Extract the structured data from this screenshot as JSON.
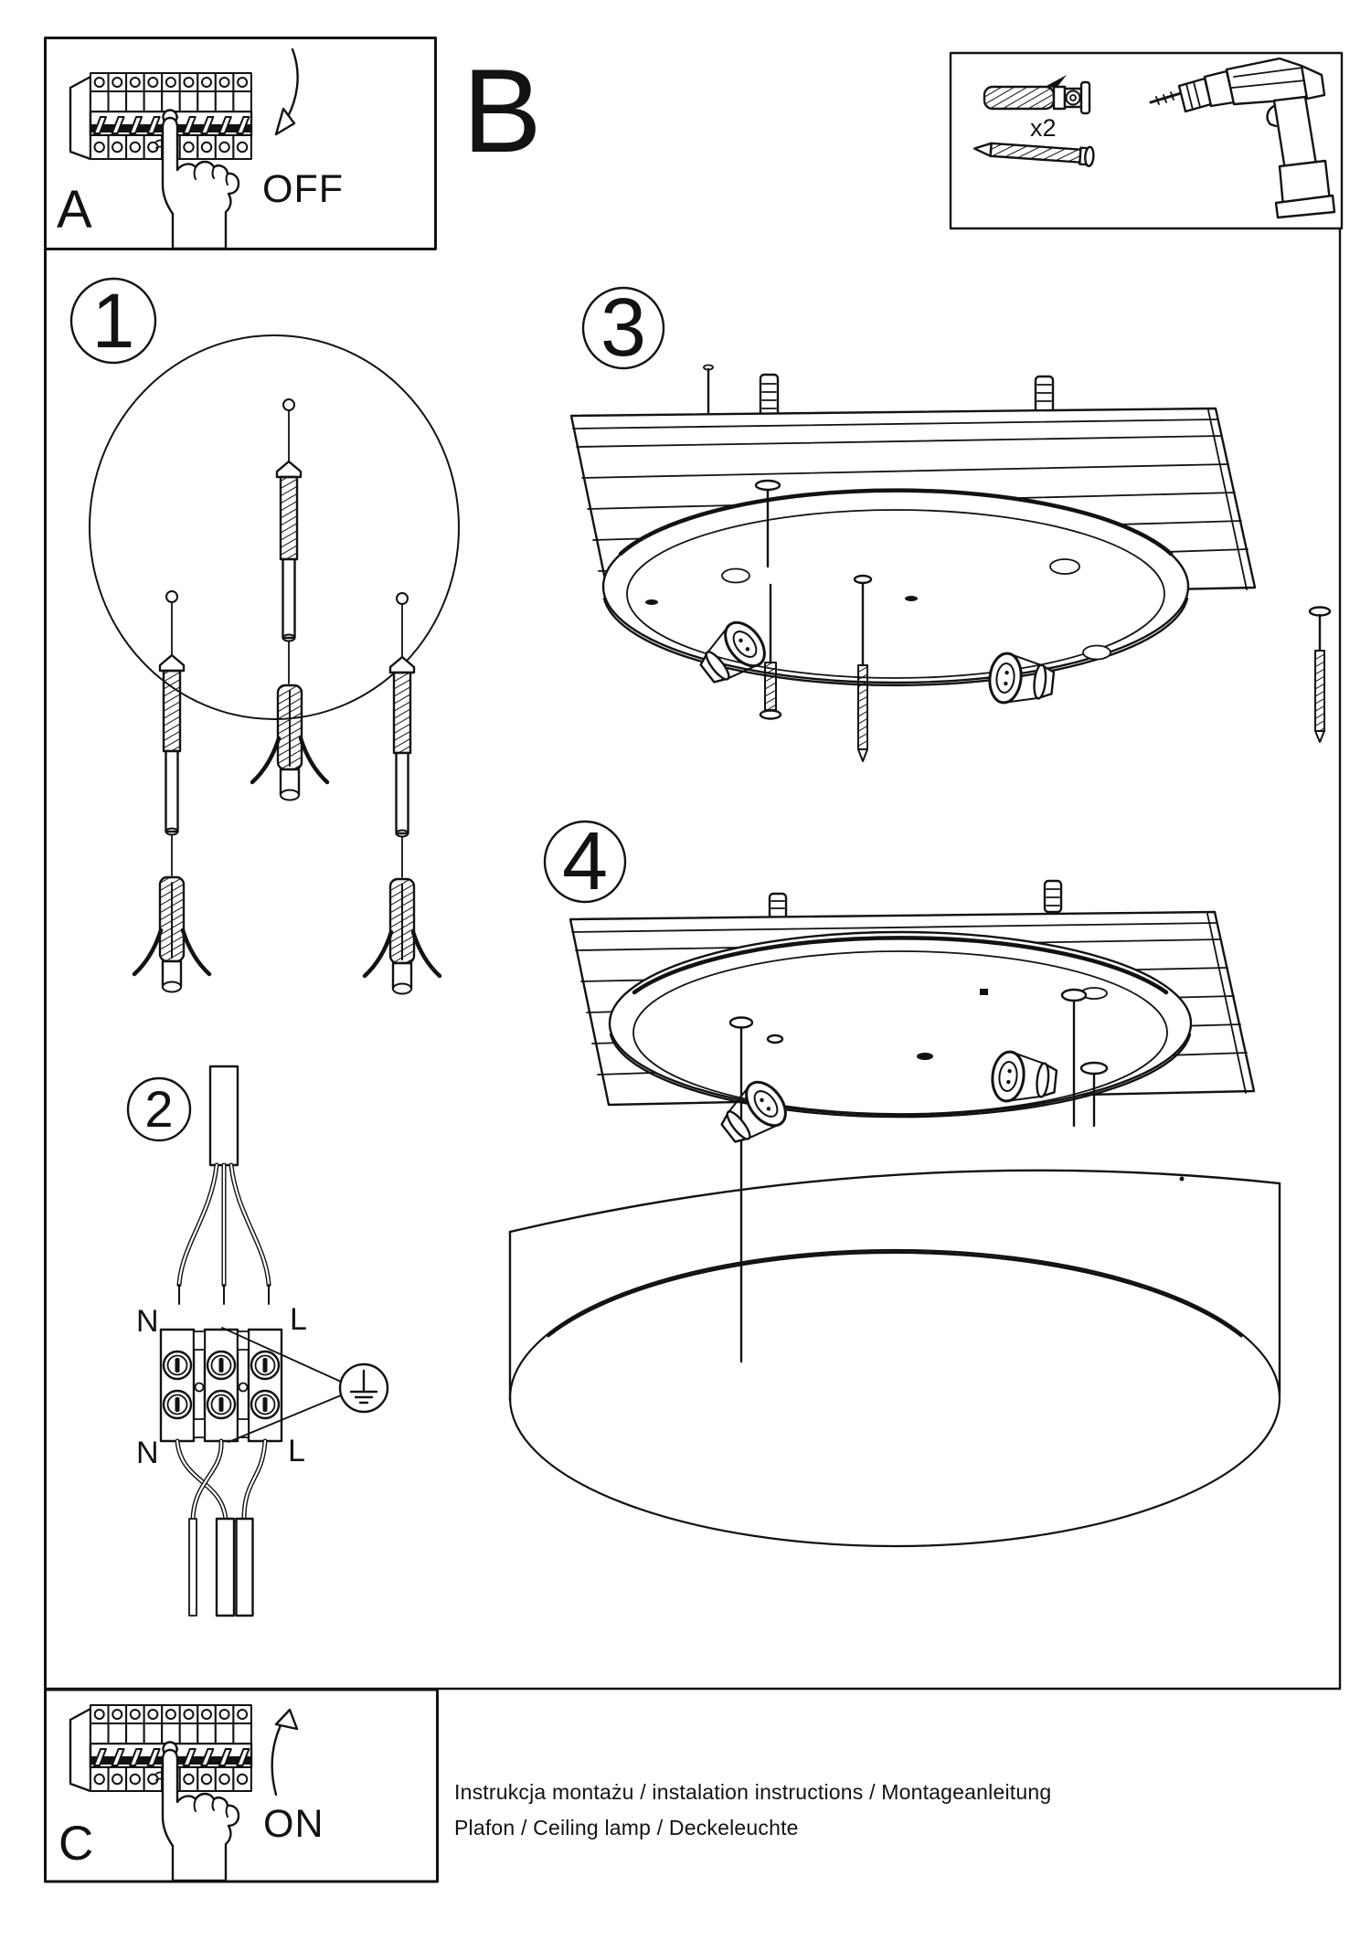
{
  "panel_a": {
    "label": "A",
    "switch_state": "OFF"
  },
  "panel_b_label": "B",
  "panel_c": {
    "label": "C",
    "switch_state": "ON"
  },
  "parts": {
    "anchor_count": "x2"
  },
  "markers": {
    "s1": "1",
    "s2": "2",
    "s3": "3",
    "s4": "4"
  },
  "wiring": {
    "top_n": "N",
    "top_l": "L",
    "bottom_n": "N",
    "bottom_l": "L"
  },
  "footer": {
    "line1": "Instrukcja montażu / instalation instructions / Montageanleitung",
    "line2": "Plafon / Ceiling lamp / Deckeleuchte"
  },
  "colors": {
    "ink": "#121212",
    "paper": "#ffffff"
  }
}
